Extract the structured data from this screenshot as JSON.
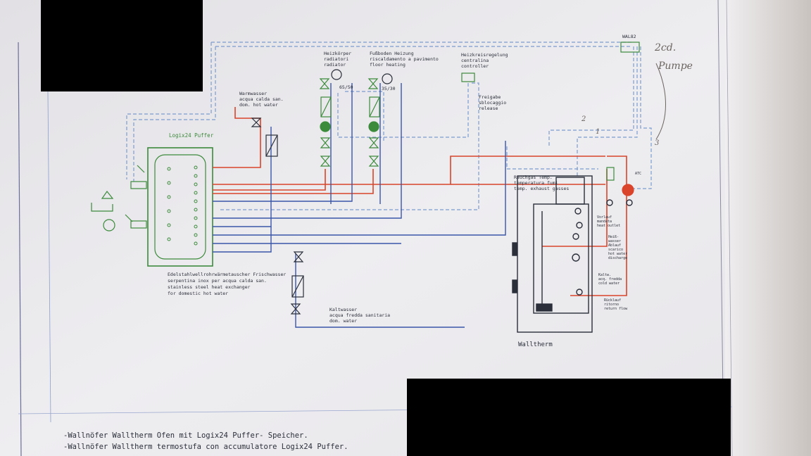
{
  "photo": {
    "description_free": true,
    "colors": {
      "paper": "#ecebee",
      "paper_edge": "#d8d6da",
      "hot_line": "#d9442b",
      "cold_line": "#3a56a8",
      "signal_line": "#7c9ccf",
      "component_green": "#3c8a3c",
      "ink": "#2a2f3a",
      "redaction": "#000000"
    }
  },
  "labels": {
    "tank": "Logix24 Puffer",
    "warmwasser": [
      "Warmwasser",
      "acqua calda san.",
      "dom. hot water"
    ],
    "heizkoerper": [
      "Heizkörper",
      "radiatori",
      "radiator"
    ],
    "heizkoerper_temp": "65/50",
    "fussboden": [
      "Fußboden Heizung",
      "riscaldamento a pavimento",
      "floor heating"
    ],
    "fussboden_temp": "35/30",
    "heizkreis": [
      "Heizkreisregelung",
      "centralina",
      "controller"
    ],
    "freigabe": [
      "Freigabe",
      "sblocaggio",
      "release"
    ],
    "wal": "WAL82",
    "rauchgas": [
      "Rauchgas Temp.",
      "temperatura fumi",
      "temp. exhaust gasses"
    ],
    "vorlauf": [
      "Vorlauf",
      "mandata",
      "heat outlet"
    ],
    "heisswasser": [
      "Heiß-",
      "wasser",
      "Ablauf",
      "scarico",
      "hot water",
      "discharge"
    ],
    "kaltw": [
      "Kaltw.",
      "acq. fredda",
      "cold water"
    ],
    "ruecklauf": [
      "Rücklauf",
      "ritorno",
      "return flow"
    ],
    "edelstahl": [
      "Edelstahlwellrohrwärmetauscher Frischwasser",
      "serpentina inox per acqua calda san.",
      "stainless steel heat exchanger",
      "for domestic hot water"
    ],
    "kaltwasser": [
      "Kaltwasser",
      "acqua fredda sanitaria",
      "dom. water"
    ],
    "walltherm": "Walltherm",
    "atc": "ATC",
    "hand_note": [
      "2cd.",
      "Pumpe"
    ],
    "hand_nums": [
      "2",
      "1",
      "3"
    ],
    "caption": [
      "-Wallnöfer Walltherm Ofen mit Logix24 Puffer- Speicher.",
      "-Wallnöfer Walltherm termostufa con accumulatore Logix24 Puffer."
    ]
  }
}
